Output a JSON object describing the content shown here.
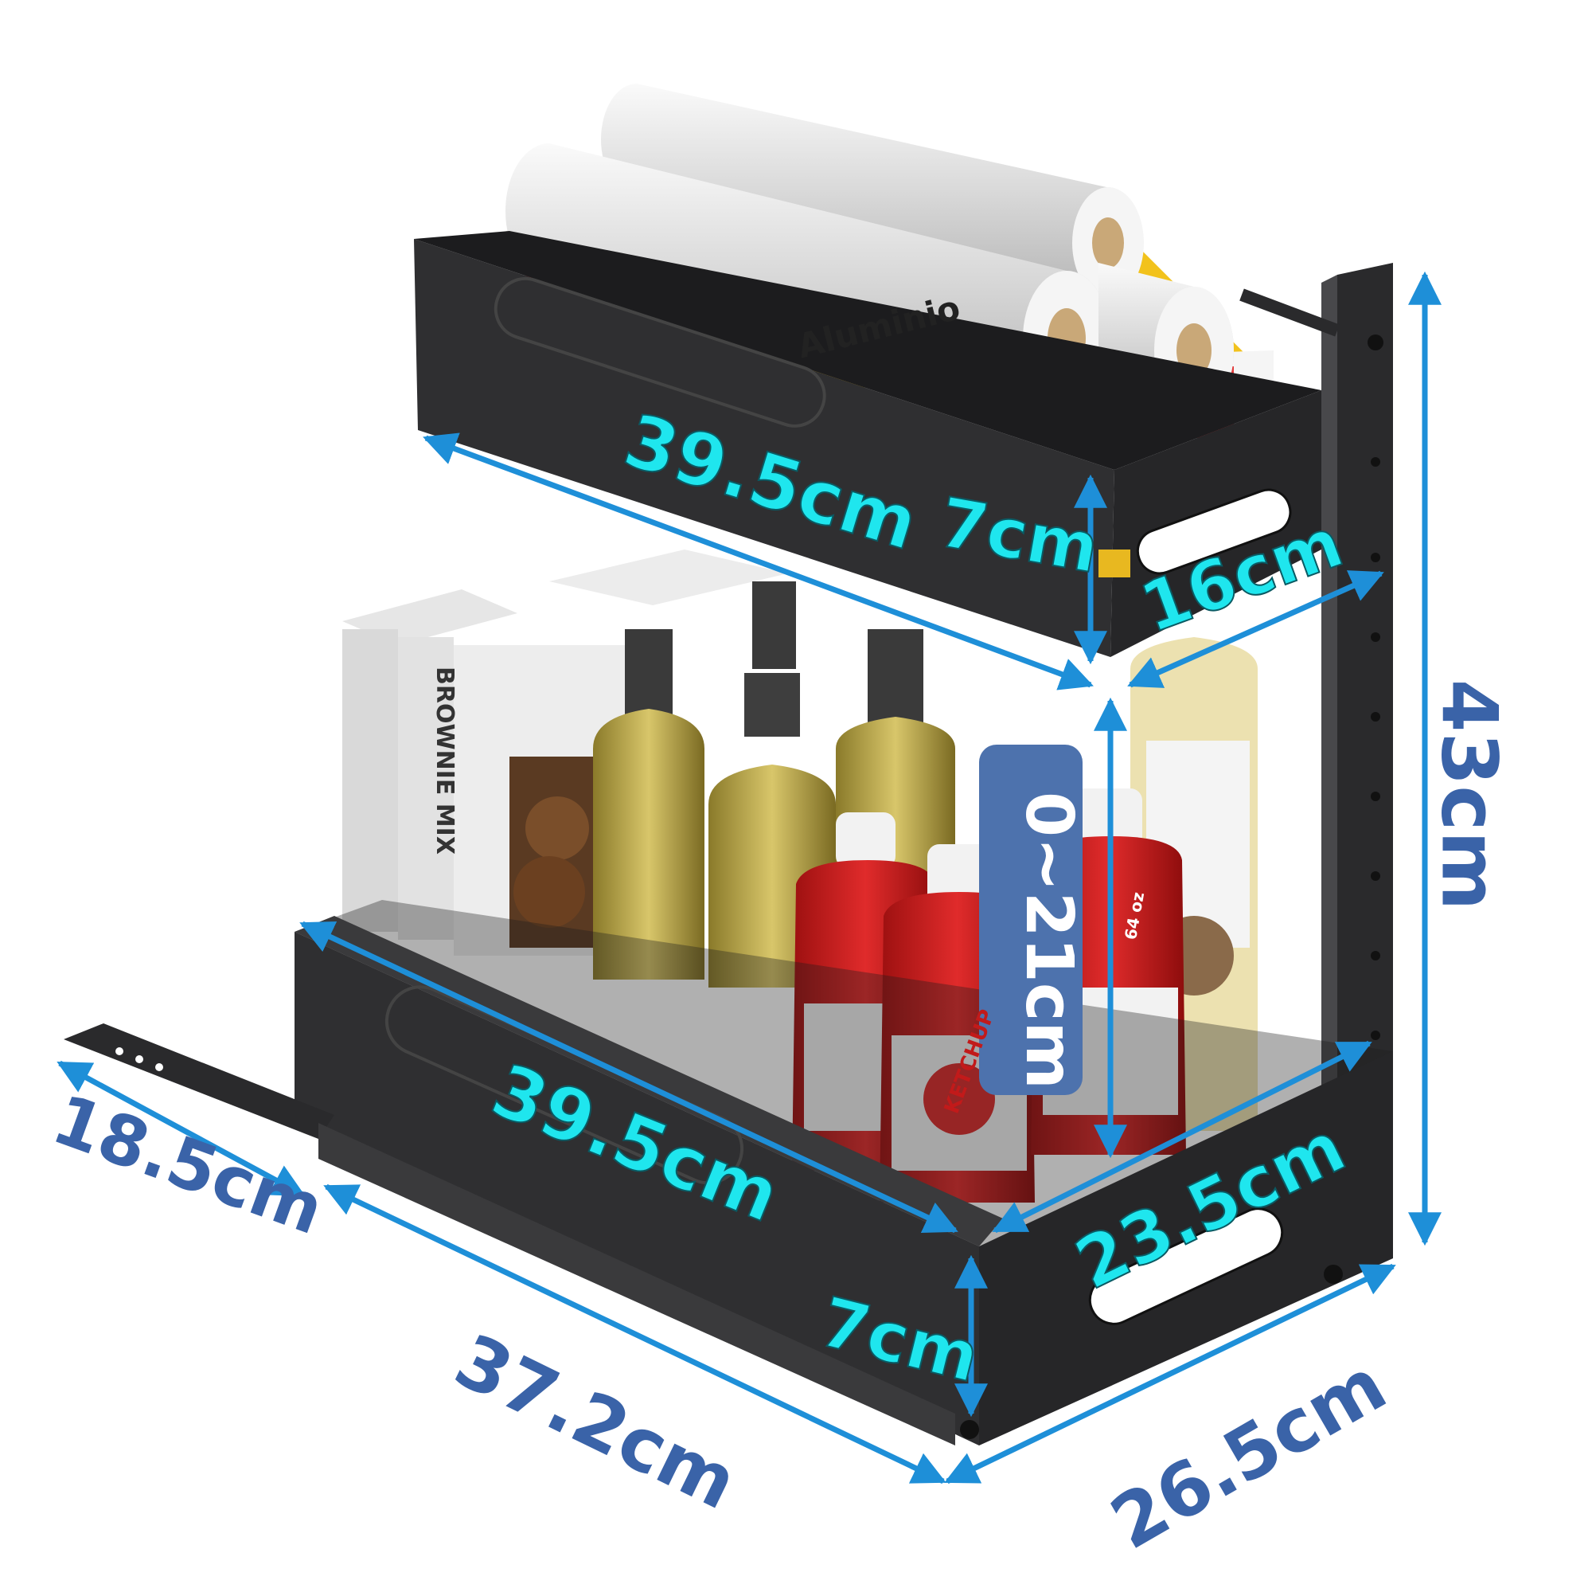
{
  "dimensions": {
    "top_width": "39.5cm",
    "top_height": "7cm",
    "top_depth": "16cm",
    "total_height": "43cm",
    "adjustable_gap": "0~21cm",
    "bottom_width": "39.5cm",
    "bottom_depth": "23.5cm",
    "bottom_height": "7cm",
    "rail_extension": "18.5cm",
    "total_depth": "37.2cm",
    "front_width": "26.5cm"
  },
  "products": {
    "boxes_label": "BROWNIE MIX",
    "foil_label": "Aluminio",
    "ketchup_label": "KETCHUP",
    "ketchup_size": "64 oz"
  },
  "colors": {
    "rack": "#2c2c2e",
    "arrow": "#1e8fd8",
    "cyan_label": "#1fe6ee",
    "navy_label": "#3a63a8",
    "badge": "#4d72ad"
  }
}
